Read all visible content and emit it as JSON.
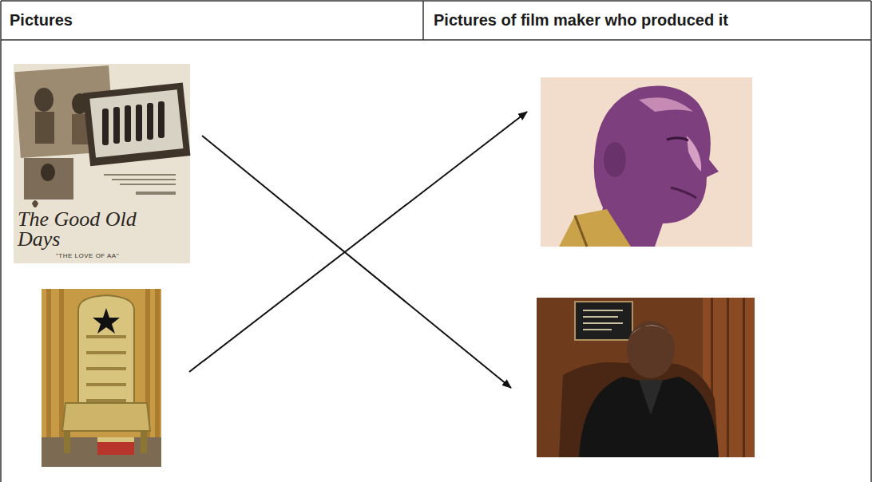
{
  "diagram": {
    "labels": [
      "Pictures",
      "Pictures of film maker who produced it",
      "The Good Old Days",
      "\"THE LOVE OF AA\""
    ]
  }
}
